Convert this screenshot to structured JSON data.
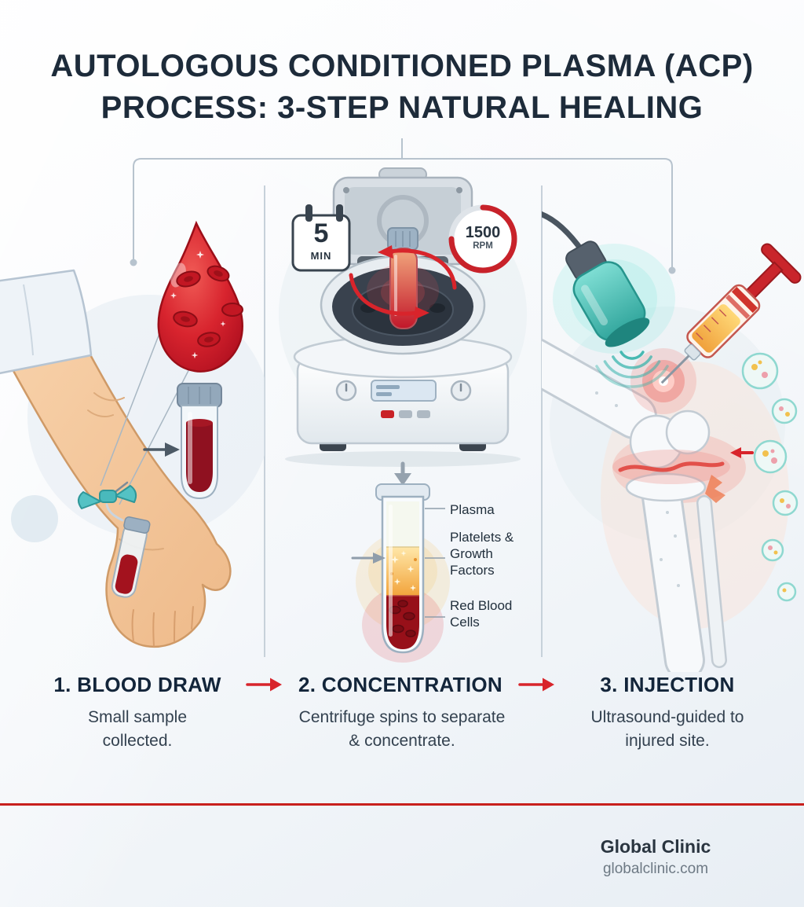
{
  "title": {
    "line1": "AUTOLOGOUS CONDITIONED PLASMA (ACP)",
    "line2": "PROCESS: 3-STEP NATURAL HEALING"
  },
  "centrifuge": {
    "time_value": "5",
    "time_unit": "MIN",
    "rpm_value": "1500",
    "rpm_unit": "RPM"
  },
  "tube_labels": {
    "plasma": "Plasma",
    "platelets": "Platelets & Growth Factors",
    "red_blood_cells": "Red Blood Cells"
  },
  "steps": [
    {
      "label": "1. BLOOD DRAW",
      "description": "Small sample collected."
    },
    {
      "label": "2. CONCENTRATION",
      "description": "Centrifuge spins to separate & concentrate."
    },
    {
      "label": "3. INJECTION",
      "description": "Ultrasound-guided to injured site."
    }
  ],
  "footer": {
    "brand": "Global Clinic",
    "website": "globalclinic.com"
  },
  "colors": {
    "accent_red": "#c8201d",
    "navy": "#1d2b3a",
    "teal": "#35b3ab",
    "blood_red": "#b11020",
    "bone_gray": "#c3ccd4"
  }
}
